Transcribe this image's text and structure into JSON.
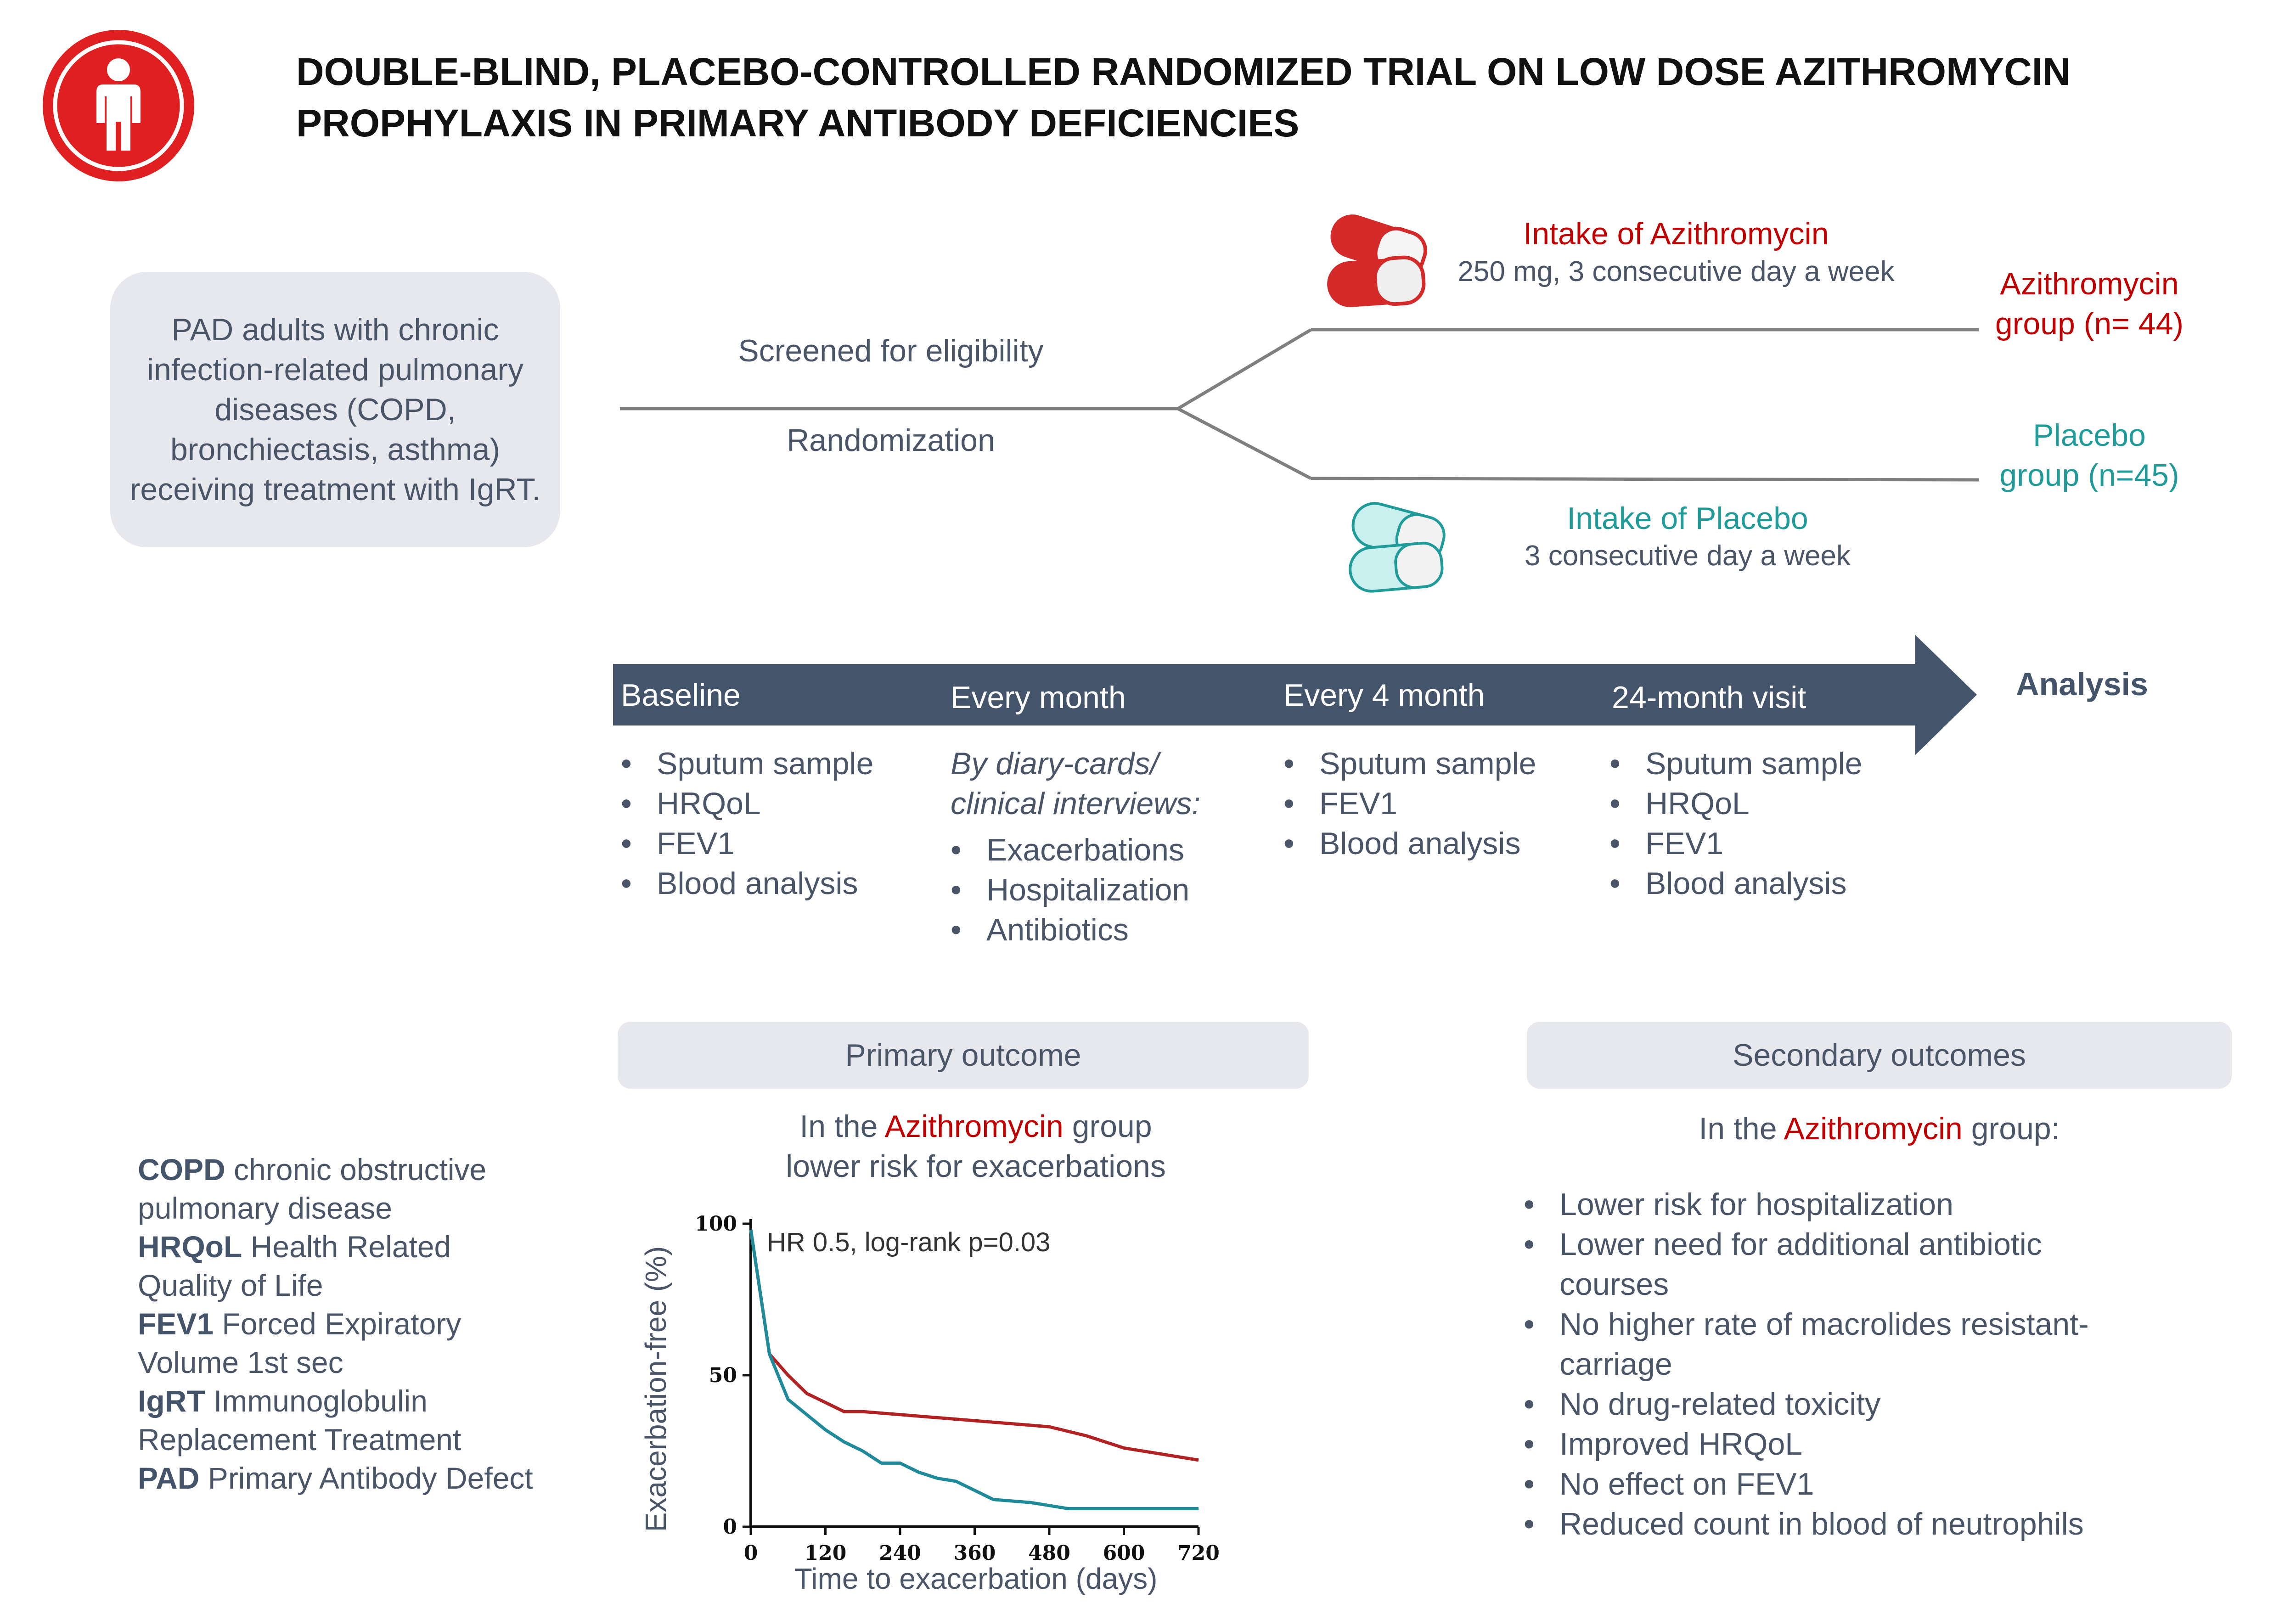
{
  "title": {
    "line1": "DOUBLE-BLIND, PLACEBO-CONTROLLED RANDOMIZED TRIAL ON LOW DOSE AZITHROMYCIN",
    "line2": "PROPHYLAXIS IN PRIMARY ANTIBODY DEFICIENCIES"
  },
  "badge": {
    "icon": "person-icon",
    "color": "#e02020"
  },
  "population": {
    "text": "PAD adults with chronic infection-related pulmonary diseases (COPD, bronchiectasis, asthma) receiving treatment with IgRT."
  },
  "flow": {
    "screened": "Screened for eligibility",
    "randomization": "Randomization",
    "azithromycin_intake": {
      "title": "Intake of Azithromycin",
      "dose": "250 mg, 3 consecutive day a week",
      "icon": "red-capsule-icon"
    },
    "placebo_intake": {
      "title": "Intake of Placebo",
      "dose": "3 consecutive day a week",
      "icon": "teal-capsule-icon"
    },
    "azithromycin_group": {
      "line1": "Azithromycin",
      "line2": "group (n= 44)"
    },
    "placebo_group": {
      "line1": "Placebo",
      "line2": "group (n=45)"
    }
  },
  "timeline": {
    "analysis": "Analysis",
    "phases": [
      {
        "label": "Baseline",
        "items": [
          "Sputum sample",
          "HRQoL",
          "FEV1",
          "Blood analysis"
        ]
      },
      {
        "label": "Every month",
        "note_line1": "By diary-cards/",
        "note_line2": "clinical interviews:",
        "items": [
          "Exacerbations",
          "Hospitalization",
          "Antibiotics"
        ]
      },
      {
        "label": "Every 4 month",
        "items": [
          "Sputum sample",
          "FEV1",
          "Blood analysis"
        ]
      },
      {
        "label": "24-month visit",
        "items": [
          "Sputum sample",
          "HRQoL",
          "FEV1",
          "Blood analysis"
        ]
      }
    ]
  },
  "primary": {
    "header": "Primary outcome",
    "finding_pre": "In the ",
    "finding_highlight": "Azithromycin",
    "finding_post": " group",
    "finding_line2": "lower risk for exacerbations"
  },
  "secondary": {
    "header": "Secondary outcomes",
    "finding_pre": "In the ",
    "finding_highlight": "Azithromycin",
    "finding_post": " group:",
    "items": [
      [
        "Lower risk for hospitalization"
      ],
      [
        "Lower need for additional antibiotic",
        "courses"
      ],
      [
        "No higher rate of macrolides resistant-",
        "carriage"
      ],
      [
        "No drug-related toxicity"
      ],
      [
        "Improved HRQoL"
      ],
      [
        "No effect on FEV1"
      ],
      [
        "Reduced  count in blood of neutrophils"
      ]
    ]
  },
  "abbreviations": [
    {
      "abbr": "COPD",
      "text": "chronic obstructive pulmonary disease"
    },
    {
      "abbr": "HRQoL",
      "text": "Health Related Quality of Life"
    },
    {
      "abbr": "FEV1",
      "text": "Forced Expiratory Volume 1st sec"
    },
    {
      "abbr": "IgRT",
      "text": "Immunoglobulin Replacement Treatment"
    },
    {
      "abbr": "PAD",
      "text": "Primary Antibody Defect"
    }
  ],
  "colors": {
    "azithromycin": "#c00000",
    "placebo": "#1f9c9a",
    "timeline": "#44546a",
    "panel": "#e6e8ed"
  },
  "chart_data": {
    "type": "line",
    "title": "",
    "annotation": "HR 0.5, log-rank p=0.03",
    "xlabel": "Time to exacerbation (days)",
    "ylabel": "Exacerbation-free (%)",
    "xlim": [
      0,
      720
    ],
    "ylim": [
      0,
      100
    ],
    "xticks": [
      0,
      120,
      240,
      360,
      480,
      600,
      720
    ],
    "yticks": [
      0,
      50,
      100
    ],
    "series": [
      {
        "color": "#b22222",
        "x": [
          0,
          30,
          60,
          90,
          150,
          180,
          240,
          300,
          360,
          420,
          480,
          540,
          600,
          720
        ],
        "y": [
          98,
          57,
          50,
          44,
          38,
          38,
          37,
          36,
          35,
          34,
          33,
          30,
          26,
          22
        ]
      },
      {
        "color": "#1e8a9a",
        "x": [
          0,
          30,
          60,
          90,
          120,
          150,
          180,
          210,
          240,
          270,
          300,
          330,
          390,
          450,
          510,
          540,
          600,
          720
        ],
        "y": [
          98,
          57,
          42,
          37,
          32,
          28,
          25,
          21,
          21,
          18,
          16,
          15,
          9,
          8,
          6,
          6,
          6,
          6
        ]
      }
    ]
  }
}
